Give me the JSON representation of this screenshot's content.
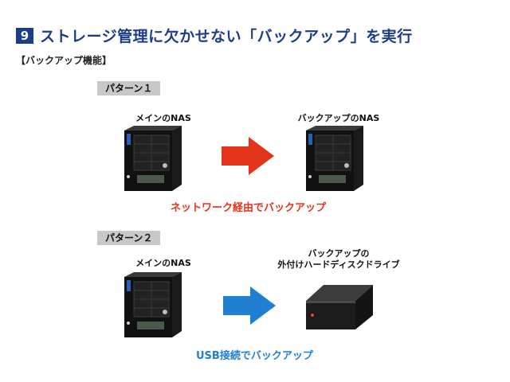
{
  "header": {
    "step_number": "9",
    "title": "ストレージ管理に欠かせない「バックアップ」を実行"
  },
  "section_label": "【バックアップ機能】",
  "patterns": [
    {
      "tag": "パターン１",
      "source_caption": "メインのNAS",
      "target_caption": "バックアップのNAS",
      "method": "ネットワーク経由でバックアップ",
      "arrow_color": "#e2341b"
    },
    {
      "tag": "パターン２",
      "source_caption": "メインのNAS",
      "target_caption_line1": "バックアップの",
      "target_caption_line2": "外付けハードディスクドライブ",
      "method": "USB接続でバックアップ",
      "arrow_color": "#1f7fd1"
    }
  ],
  "icons": {
    "nas": "nas-device-icon",
    "hdd": "external-hdd-icon",
    "arrow": "right-arrow-icon"
  }
}
